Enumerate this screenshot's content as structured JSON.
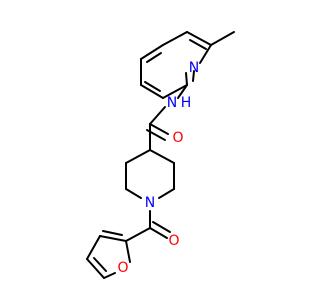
{
  "molecule": {
    "atom_labels": {
      "pyridine_n": "N",
      "amide_n": "N",
      "amide_h": "H",
      "amide_o": "O",
      "piperidine_n": "N",
      "ketone_o": "O",
      "furan_o": "O"
    },
    "colors": {
      "nitrogen": "#0000FF",
      "oxygen": "#FF0000",
      "bond": "#000000",
      "background": "#FFFFFF"
    }
  }
}
